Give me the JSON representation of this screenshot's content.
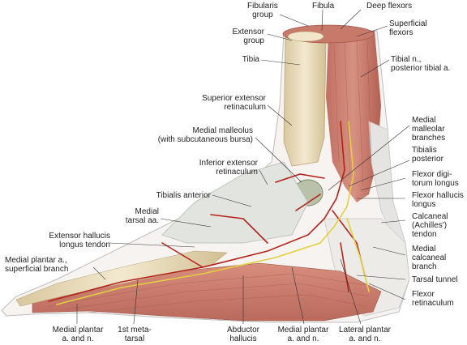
{
  "labels": {
    "fibularis_group": "Fibularis\ngroup",
    "fibula": "Fibula",
    "deep_flexors": "Deep flexors",
    "superficial_flexors": "Superficial\nflexors",
    "extensor_group": "Extensor\ngroup",
    "tibia": "Tibia",
    "tibial_nerve": "Tibial n.,\nposterior tibial a.",
    "superior_extensor_retinaculum": "Superior extensor\nretinaculum",
    "medial_malleolus": "Medial malleolus\n(with subcutaneous bursa)",
    "medial_malleolar_branches": "Medial\nmalleolar\nbranches",
    "tibialis_posterior": "Tibialis\nposterior",
    "inferior_extensor_retinaculum": "Inferior extensor\nretinaculum",
    "flexor_digitorum_longus": "Flexor digi-\ntorum longus",
    "tibialis_anterior": "Tibialis anterior",
    "flexor_hallucis_longus": "Flexor hallucis\nlongus",
    "medial_tarsal": "Medial\ntarsal aa.",
    "calcaneal_tendon": "Calcaneal\n(Achilles')\ntendon",
    "extensor_hallucis_longus": "Extensor hallucis\nlongus tendon",
    "medial_calcaneal_branch": "Medial\ncalcaneal\nbranch",
    "medial_plantar_superficial": "Medial plantar a.,\nsuperficial branch",
    "tarsal_tunnel": "Tarsal tunnel",
    "flexor_retinaculum": "Flexor\nretinaculum",
    "medial_plantar_left": "Medial plantar\na. and n.",
    "first_metatarsal": "1st meta-\ntarsal",
    "abductor_hallucis": "Abductor\nhallucis",
    "medial_plantar_right": "Medial plantar\na. and n.",
    "lateral_plantar": "Lateral plantar\na. and n."
  },
  "colors": {
    "muscle": "#c9786a",
    "muscle_dark": "#a8544a",
    "bone": "#ede0c0",
    "tendon": "#d9dcd6",
    "artery": "#b5221c",
    "nerve": "#e8d64a",
    "skin_outline": "#b9b9b9"
  }
}
